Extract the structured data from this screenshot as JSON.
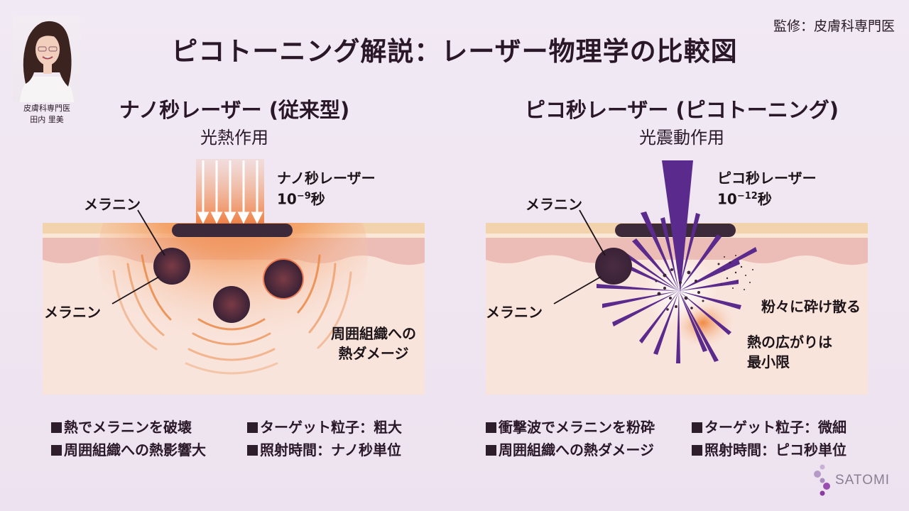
{
  "header": {
    "title": "ピコトーニング解説：レーザー物理学の比較図",
    "supervisor": "監修：皮膚科専門医"
  },
  "doctor": {
    "specialty": "皮膚科専門医",
    "name": "田内 里美",
    "photo_icon": "doctor-portrait"
  },
  "left_panel": {
    "heading": "ナノ秒レーザー (従来型)",
    "subheading": "光熱作用",
    "laser_label_line1": "ナノ秒レーザー",
    "laser_label_base": "10",
    "laser_label_exp": "−9",
    "laser_label_unit": "秒",
    "melanin_label_top": "メラニン",
    "melanin_label_side": "メラニン",
    "damage_label_line1": "周囲組織への",
    "damage_label_line2": "熱ダメージ",
    "bullets": [
      "熱でメラニンを破壊",
      "ターゲット粒子：粗大",
      "周囲組織への熱影響大",
      "照射時間：ナノ秒単位"
    ]
  },
  "right_panel": {
    "heading": "ピコ秒レーザー (ピコトーニング)",
    "subheading": "光震動作用",
    "laser_label_line1": "ピコ秒レーザー",
    "laser_label_base": "10",
    "laser_label_exp": "−12",
    "laser_label_unit": "秒",
    "melanin_label_top": "メラニン",
    "melanin_label_side": "メラニン",
    "shatter_label": "粉々に砕け散る",
    "heat_label_line1": "熱の広がりは",
    "heat_label_line2": "最小限",
    "bullets": [
      "衝撃波でメラニンを粉砕",
      "ターゲット粒子：微細",
      "周囲組織への熱ダメージ",
      "照射時間：ピコ秒単位"
    ]
  },
  "brand": {
    "name": "SATOMI"
  },
  "colors": {
    "background": "#efe6f2",
    "text": "#2a1828",
    "skin_top": "#f3d3ae",
    "skin_dermis": "#ebbdb6",
    "skin_base": "#f9e4dc",
    "melanin": "#3c2538",
    "heat_orange": "#f07a2a",
    "pico_purple": "#5a2a8c",
    "brand_purple": "#9b5bb0"
  }
}
